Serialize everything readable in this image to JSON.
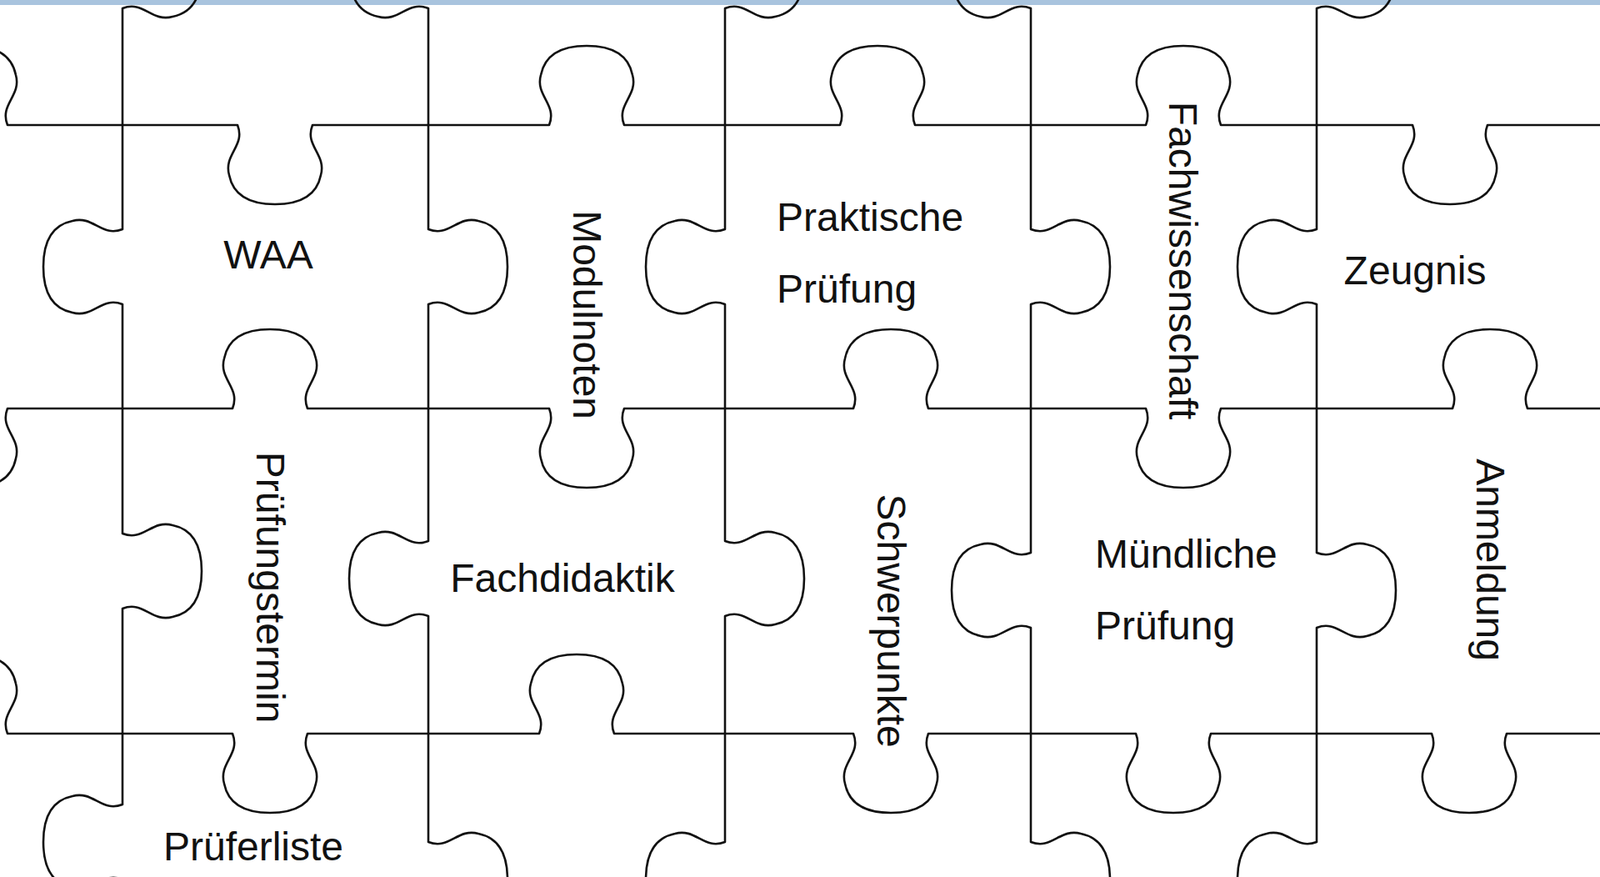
{
  "diagram": {
    "nodes": [
      {
        "text": [
          "WAA"
        ]
      },
      {
        "text": [
          "Modulnoten"
        ]
      },
      {
        "text": [
          "Praktische Prüfung"
        ]
      },
      {
        "text": [
          "Fachwissenschaft"
        ]
      },
      {
        "text": [
          "Zeugnis"
        ]
      },
      {
        "text": [
          "Prüfungstermin"
        ]
      },
      {
        "text": [
          "Fachdidaktik"
        ]
      },
      {
        "text": [
          "Schwerpunkte"
        ]
      },
      {
        "text": [
          "Mündliche Prüfung"
        ]
      },
      {
        "text": [
          "Anmeldung"
        ]
      },
      {
        "text": [
          "Prüferliste"
        ]
      }
    ]
  }
}
